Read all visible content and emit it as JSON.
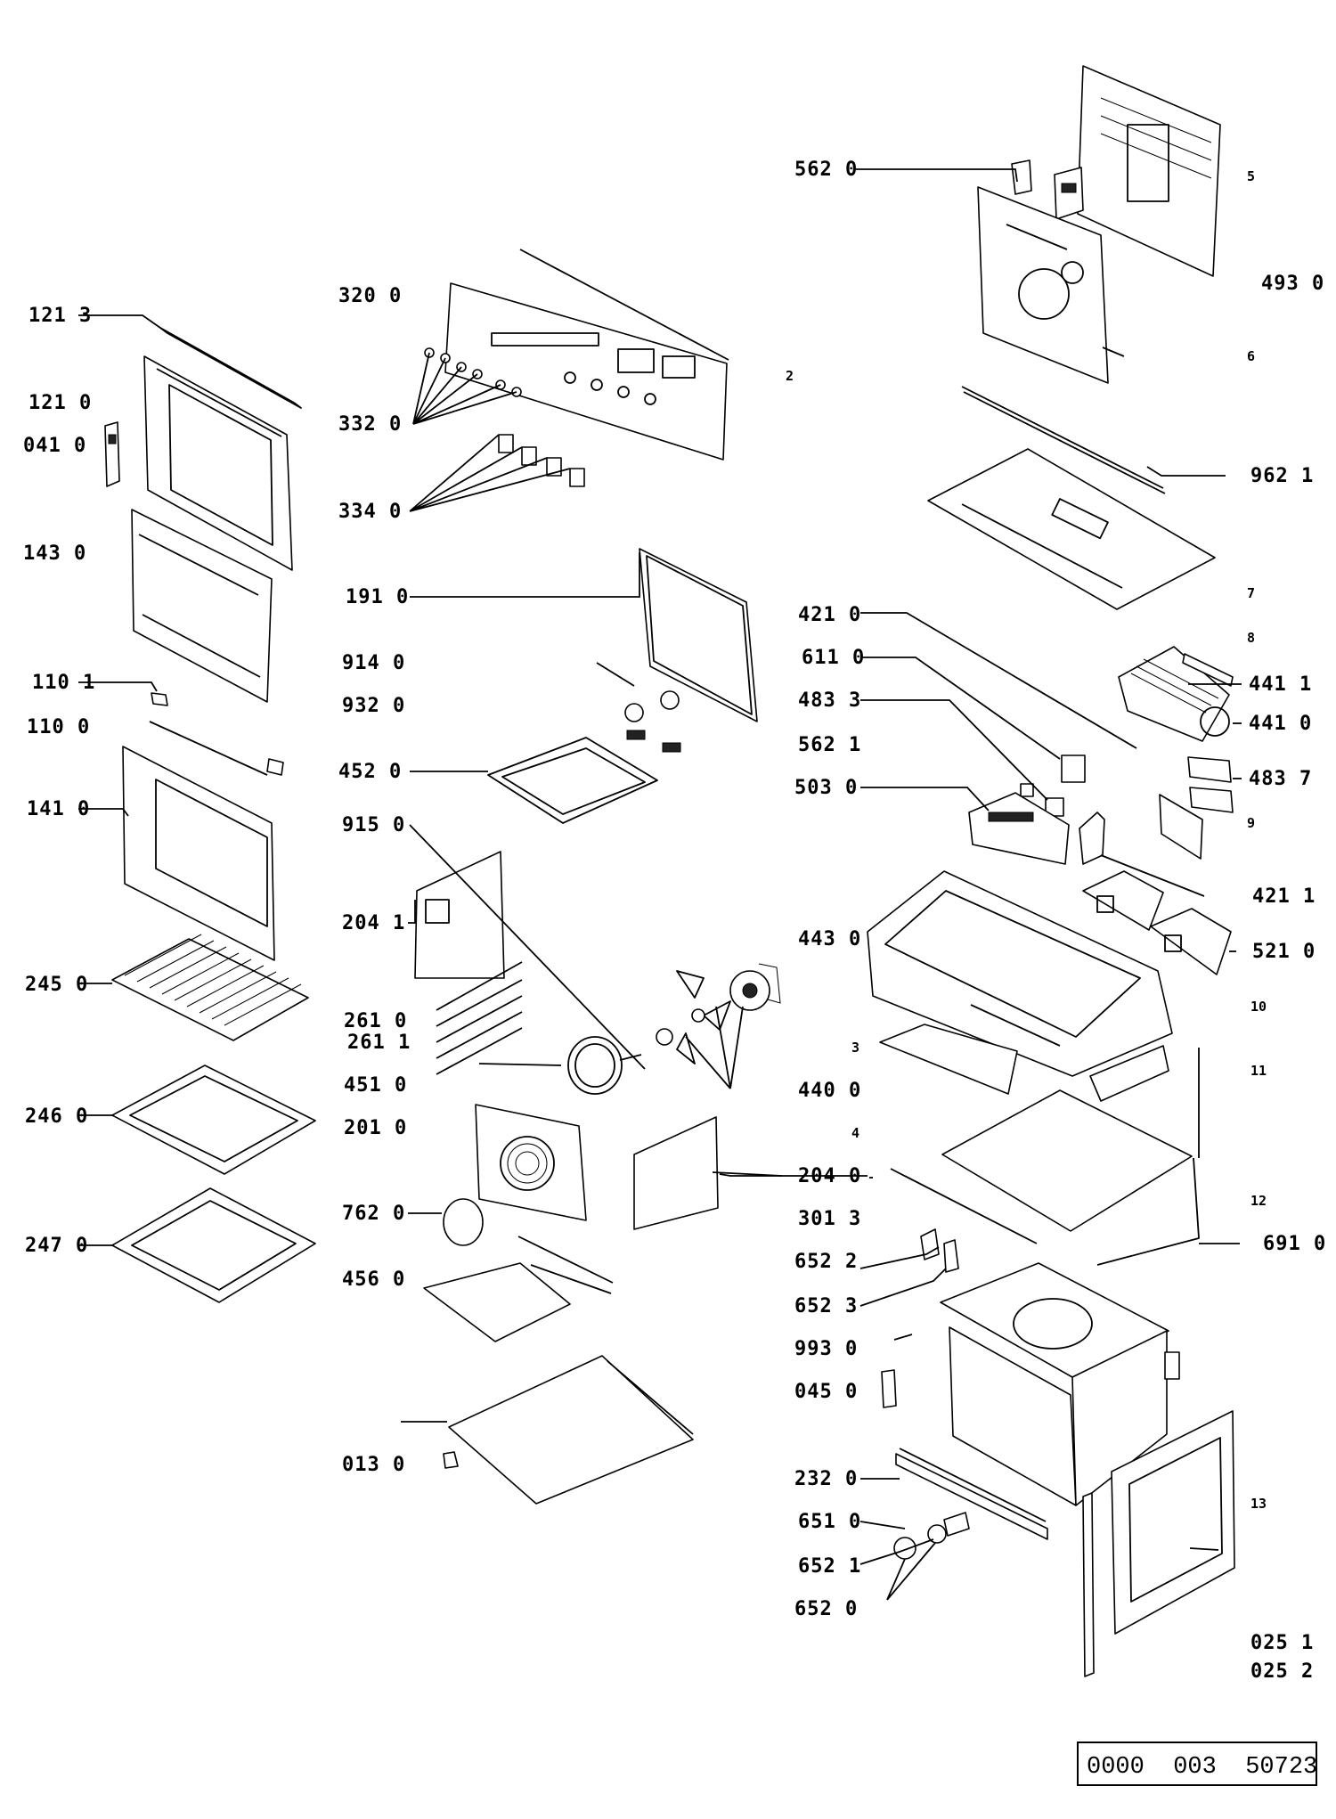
{
  "diagram": {
    "title": "",
    "document_number": "0000  003  50723",
    "callouts": [
      "121 3",
      "121 0",
      "041 0",
      "143 0",
      "110 1",
      "110 0",
      "141 0",
      "245 0",
      "246 0",
      "247 0",
      "320 0",
      "332 0",
      "334 0",
      "191 0",
      "914 0",
      "932 0",
      "452 0",
      "915 0",
      "204 1",
      "261 0",
      "261 1",
      "451 0",
      "201 0",
      "762 0",
      "456 0",
      "013 0",
      "562 0",
      "493 0",
      "962 1",
      "421 0",
      "611 0",
      "483 3",
      "562 1",
      "503 0",
      "441 1",
      "441 0",
      "483 7",
      "421 1",
      "443 0",
      "521 0",
      "440 0",
      "204 0",
      "301 3",
      "691 0",
      "652 2",
      "652 3",
      "993 0",
      "045 0",
      "232 0",
      "651 0",
      "652 1",
      "652 0",
      "025 1",
      "025 2"
    ],
    "section_numbers": [
      "2",
      "3",
      "4",
      "5",
      "6",
      "7",
      "8",
      "9",
      "10",
      "11",
      "12",
      "13"
    ]
  }
}
